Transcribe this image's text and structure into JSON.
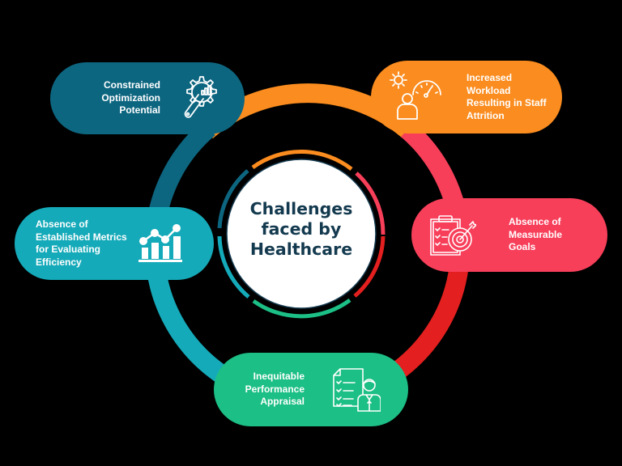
{
  "center": {
    "title": "Challenges\nfaced by\nHealthcare",
    "title_color": "#143a4f"
  },
  "challenges": [
    {
      "id": "constrained-optimization",
      "label": "Constrained\nOptimization\nPotential",
      "icon": "wrench-gear-chart-icon",
      "color": "#0d6680"
    },
    {
      "id": "increased-workload",
      "label": "Increased\nWorkload\nResulting in Staff\nAttrition",
      "icon": "gear-gauge-person-icon",
      "color": "#fb8c1f"
    },
    {
      "id": "measurable-goals",
      "label": "Absence of\nMeasurable\nGoals",
      "icon": "clipboard-target-icon",
      "color": "#f83f5a"
    },
    {
      "id": "performance-appraisal",
      "label": "Inequitable\nPerformance\nAppraisal",
      "icon": "checklist-person-icon",
      "color": "#1cbf85"
    },
    {
      "id": "established-metrics",
      "label": "Absence of\nEstablished Metrics\nfor Evaluating\nEfficiency",
      "icon": "bar-chart-trend-icon",
      "color": "#15aab9"
    }
  ],
  "ring_colors": {
    "dark_teal": "#0d6680",
    "orange": "#fb8c1f",
    "pink_red": "#f83f5a",
    "red": "#e3201f",
    "green": "#1cbf85",
    "teal": "#15aab9"
  }
}
